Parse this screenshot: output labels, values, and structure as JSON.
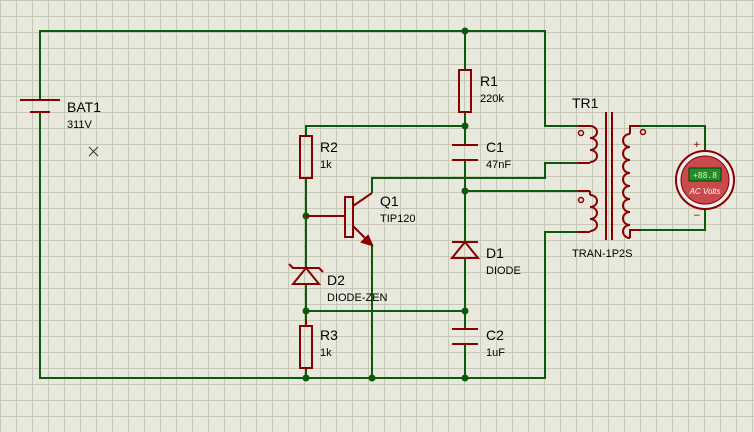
{
  "components": {
    "bat1": {
      "ref": "BAT1",
      "value": "311V"
    },
    "r1": {
      "ref": "R1",
      "value": "220k"
    },
    "r2": {
      "ref": "R2",
      "value": "1k"
    },
    "r3": {
      "ref": "R3",
      "value": "1k"
    },
    "c1": {
      "ref": "C1",
      "value": "47nF"
    },
    "c2": {
      "ref": "C2",
      "value": "1uF"
    },
    "q1": {
      "ref": "Q1",
      "value": "TIP120"
    },
    "d1": {
      "ref": "D1",
      "value": "DIODE"
    },
    "d2": {
      "ref": "D2",
      "value": "DIODE-ZEN"
    },
    "tr1": {
      "ref": "TR1",
      "value": "TRAN-1P2S"
    }
  },
  "meter": {
    "display": "+88.8",
    "label": "AC Volts",
    "plus": "+",
    "minus": "−"
  },
  "colors": {
    "wire": "#0b5a0b",
    "part": "#8a0000",
    "meter_fill": "#c94a4a",
    "meter_display": "#2a8a2a",
    "grid": "#c7c7b8",
    "background": "#e8e8dc"
  }
}
